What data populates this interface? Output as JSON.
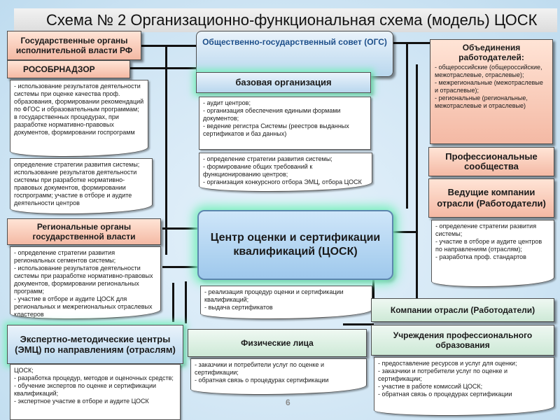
{
  "title": "Схема № 2 Организационно-функциональная схема (модель) ЦОСК",
  "page_number": "6",
  "left": {
    "gov": "Государственные органы исполнительной власти РФ",
    "rosobr": "РОСОБРНАДЗОР",
    "rosobr_text": "- использование результатов деятельности системы при оценке качества проф. образования, формировании рекомендаций по ФГОС и образовательным программам; в государственных процедурах, при разработке нормативно-правовых документов, формировании госпрограмм",
    "gov_text": "определение стратегии развития системы; использование результатов деятельности системы при разработке нормативно-правовых документов, формировании госпрограмм; участие в отборе и аудите деятельности центров",
    "regional": "Региональные органы государственной власти",
    "regional_items": [
      "- определение стратегии развития региональных сегментов системы;",
      "- использование результатов деятельности системы при разработке нормативно-правовых документов, формировании региональных программ;",
      "- участие в отборе и аудите ЦОСК для региональных и межрегиональных отраслевых кластеров"
    ],
    "emc": "Экспертно-методические центры (ЭМЦ) по направлениям (отраслям)",
    "emc_items": [
      "ЦОСК;",
      "- разработка процедур, методов и оценочных средств;",
      "- обучение экспертов по оценке и сертификации квалификаций;",
      "-    экспертное участие в отборе и аудите ЦОСК"
    ]
  },
  "center": {
    "ogs": "Общественно-государственный совет (ОГС)",
    "base": "базовая организация",
    "base_items": [
      "- аудит центров;",
      "- организация обеспечения едиными формами документов;",
      "- ведение регистра Системы (реестров выданных сертификатов и баз данных)"
    ],
    "ogs_items": [
      "- определение стратегии развития системы;",
      "- формирование общих требований к функционированию центров;",
      "- организация конкурсного отбора ЭМЦ, отбора ЦОСК"
    ],
    "cosk": "Центр оценки и сертификации квалификаций (ЦОСК)",
    "cosk_items": [
      "- реализация процедур оценки и сертификации квалификаций;",
      "- выдача сертификатов"
    ],
    "phys": "Физические лица",
    "phys_items": [
      "- заказчики и потребители услуг по оценке и сертификации;",
      "- обратная связь о процедурах сертификации"
    ]
  },
  "right": {
    "employers": "Объединения работодателей:",
    "employers_items": [
      "- общероссийские (общероссийские, межотраслевые, отраслевые);",
      "- межрегиональные (межотраслевые и отраслевые);",
      "- региональные (региональные, межотраслевые и отраслевые)"
    ],
    "prof": "Профессиональные сообщества",
    "leading": "Ведущие компании отрасли (Работодатели)",
    "leading_items": [
      "- определение стратегии развития системы;",
      "- участие в отборе и аудите центров по направлениям (отраслям);",
      "- разработка проф. стандартов"
    ],
    "companies": "Компании отрасли (Работодатели)",
    "institutions": "Учреждения профессионального образования",
    "inst_items": [
      "- предоставление ресурсов и услуг для оценки;",
      "- заказчики и потребители услуг по оценке и сертификации;",
      "- участие в работе комиссий ЦОСК;",
      "- обратная связь о процедурах сертификации"
    ]
  }
}
